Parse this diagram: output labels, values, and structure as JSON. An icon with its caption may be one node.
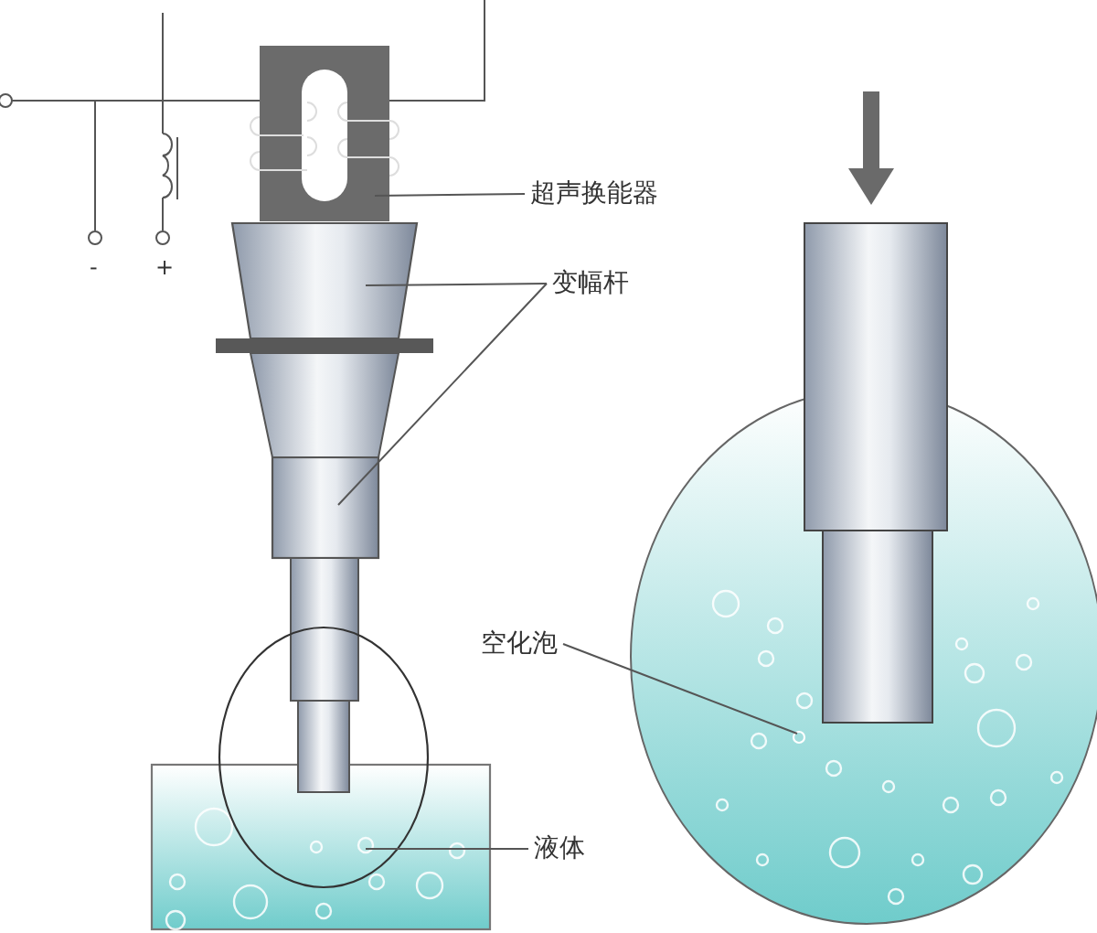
{
  "diagram": {
    "nodes": [
      {
        "text": [
          "超声换能器"
        ]
      },
      {
        "text": [],
        "shape": "box"
      },
      {
        "text": [
          "变幅杆"
        ]
      },
      {
        "text": [],
        "shape": "trapezoid"
      },
      {
        "text": [],
        "shape": "box"
      },
      {
        "text": [
          "空化泡"
        ]
      },
      {
        "text": [],
        "shape": "circle"
      },
      {
        "text": [
          "液体"
        ]
      },
      {
        "text": [],
        "shape": "box"
      },
      {
        "text": [],
        "shape": "circle"
      }
    ],
    "edges": [
      {
        "from": 0,
        "to": 1,
        "arrow": "none"
      },
      {
        "from": 2,
        "to": 3,
        "arrow": "none"
      },
      {
        "from": 2,
        "to": 4,
        "arrow": "none"
      },
      {
        "from": 5,
        "to": 9,
        "arrow": "none"
      },
      {
        "from": 7,
        "to": 8,
        "arrow": "none"
      }
    ],
    "labels": [
      "-",
      "+"
    ]
  }
}
